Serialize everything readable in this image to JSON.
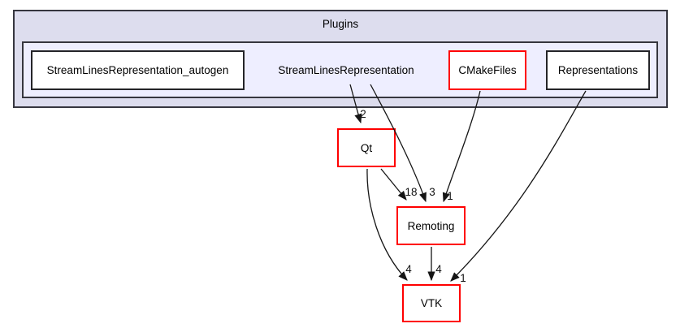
{
  "graph": {
    "parent_cluster_label": "Plugins",
    "current_dir_label": "StreamLinesRepresentation",
    "nodes": [
      {
        "id": "autogen",
        "label": "StreamLinesRepresentation_autogen",
        "border": "black"
      },
      {
        "id": "cmakefiles",
        "label": "CMakeFiles",
        "border": "red"
      },
      {
        "id": "representations",
        "label": "Representations",
        "border": "black"
      },
      {
        "id": "qt",
        "label": "Qt",
        "border": "red"
      },
      {
        "id": "remoting",
        "label": "Remoting",
        "border": "red"
      },
      {
        "id": "vtk",
        "label": "VTK",
        "border": "red"
      }
    ],
    "edges": [
      {
        "from": "StreamLinesRepresentation",
        "to": "Qt",
        "count": "2"
      },
      {
        "from": "StreamLinesRepresentation",
        "to": "Remoting",
        "count": "3"
      },
      {
        "from": "CMakeFiles",
        "to": "Remoting",
        "count": "1"
      },
      {
        "from": "Qt",
        "to": "Remoting",
        "count": "18"
      },
      {
        "from": "Qt",
        "to": "VTK",
        "count": "4"
      },
      {
        "from": "Remoting",
        "to": "VTK",
        "count": "4"
      },
      {
        "from": "Representations",
        "to": "VTK",
        "count": "1"
      }
    ]
  },
  "colors": {
    "outer_cluster_fill": "#ddddee",
    "inner_cluster_fill": "#eeeeff",
    "cluster_border": "#36363f",
    "node_border_default": "#242428",
    "node_border_red": "#ff0000",
    "edge_stroke": "#151515",
    "text": "#000000",
    "background": "#ffffff"
  }
}
